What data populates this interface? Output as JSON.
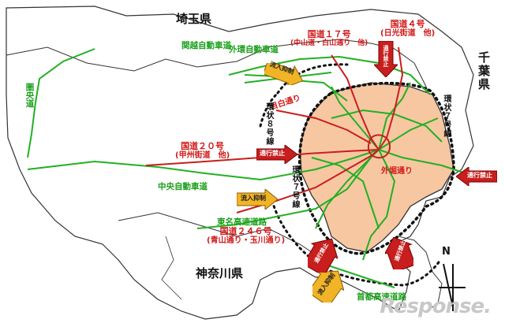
{
  "prefectures": {
    "saitama": "埼玉県",
    "chiba": "千葉県",
    "kanagawa": "神奈川県"
  },
  "expressways": {
    "kanetsu": "関越自動車道",
    "gaikan": "外環自動車道",
    "kenodo": "圏央道",
    "chuo": "中央自動車道",
    "tomei": "東名高速道路",
    "shuto": "首都高速道路"
  },
  "roads": {
    "route17": {
      "line1": "国道１７号",
      "line2": "(中山道・白山通り　他)"
    },
    "route4": {
      "line1": "国道４号",
      "line2": "(日光街道　他)"
    },
    "route20": {
      "line1": "国道２０号",
      "line2": "(甲州街道　他)"
    },
    "route246": {
      "line1": "国道２４６号",
      "line2": "(青山通り・玉川通り)"
    },
    "mejiro": "目白通り",
    "sotobori": "外堀通り",
    "kanjo8": "環状８号線",
    "kanjo7a": "環状７号線",
    "kanjo7b": "環状７号線"
  },
  "arrows": {
    "inflow_control": "流入抑制",
    "through_ban": "通行禁止"
  },
  "compass": "N",
  "watermark": "Response."
}
